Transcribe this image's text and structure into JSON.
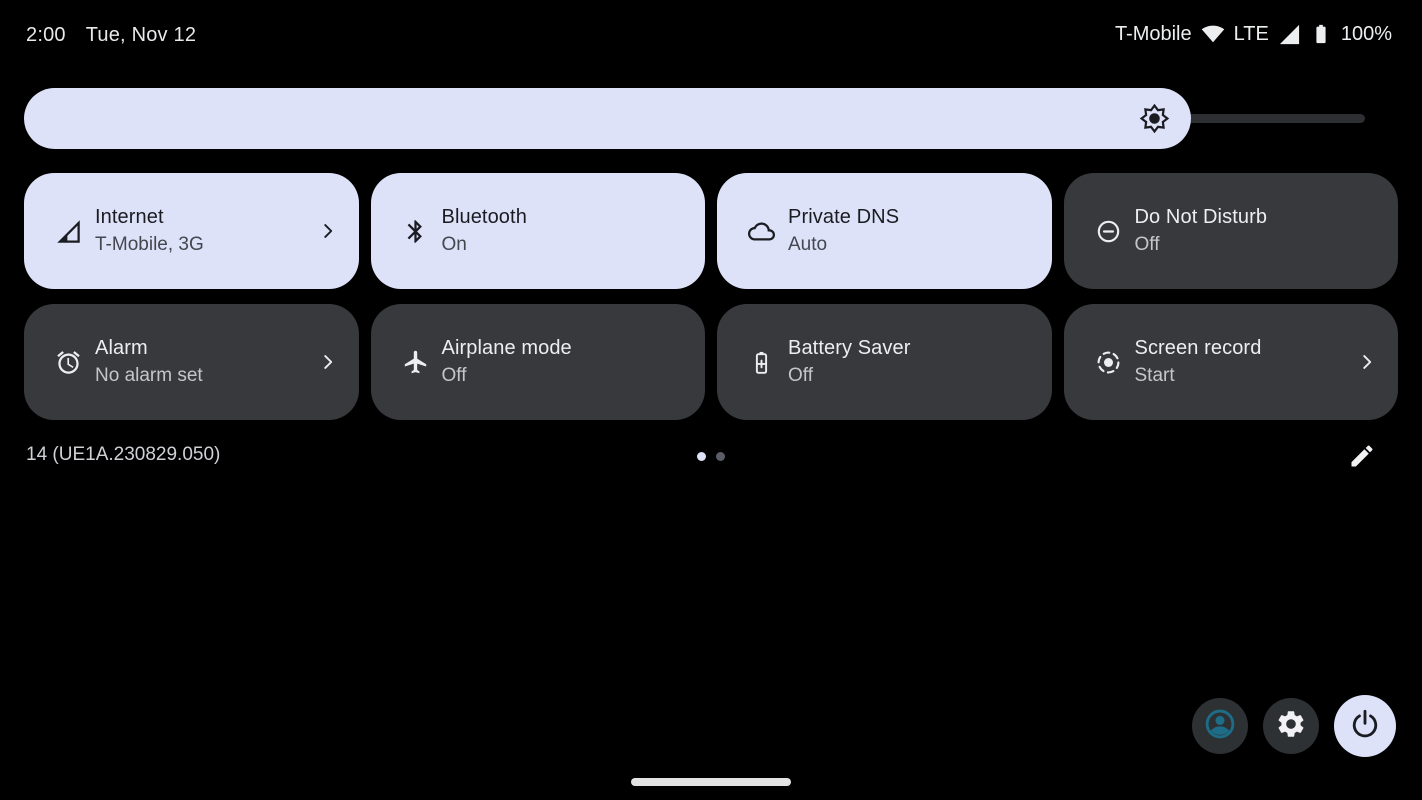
{
  "colors": {
    "background": "#000000",
    "accent_light": "#dde2f9",
    "tile_dark": "#37393d",
    "on_light_primary": "#1b1c21",
    "on_light_secondary": "#45474f",
    "on_dark_primary": "#eceef0",
    "on_dark_secondary": "#c4c6cc",
    "avatar_teal": "#1d6d89",
    "track_gray": "#2e2f33"
  },
  "status_bar": {
    "time": "2:00",
    "date": "Tue, Nov 12",
    "carrier": "T-Mobile",
    "network_type": "LTE",
    "battery_percent": "100%",
    "icons": [
      "wifi-icon",
      "cellular-signal-icon",
      "battery-icon"
    ]
  },
  "brightness": {
    "percent": 87,
    "icon": "brightness-icon"
  },
  "tiles": [
    {
      "id": "internet",
      "icon": "network-cell-icon",
      "label": "Internet",
      "status": "T-Mobile, 3G",
      "active": true,
      "chevron": true
    },
    {
      "id": "bluetooth",
      "icon": "bluetooth-icon",
      "label": "Bluetooth",
      "status": "On",
      "active": true,
      "chevron": false
    },
    {
      "id": "private-dns",
      "icon": "cloud-icon",
      "label": "Private DNS",
      "status": "Auto",
      "active": true,
      "chevron": false
    },
    {
      "id": "do-not-disturb",
      "icon": "do-not-disturb-icon",
      "label": "Do Not Disturb",
      "status": "Off",
      "active": false,
      "chevron": false
    },
    {
      "id": "alarm",
      "icon": "alarm-clock-icon",
      "label": "Alarm",
      "status": "No alarm set",
      "active": false,
      "chevron": true
    },
    {
      "id": "airplane-mode",
      "icon": "airplane-icon",
      "label": "Airplane mode",
      "status": "Off",
      "active": false,
      "chevron": false
    },
    {
      "id": "battery-saver",
      "icon": "battery-saver-icon",
      "label": "Battery Saver",
      "status": "Off",
      "active": false,
      "chevron": false
    },
    {
      "id": "screen-record",
      "icon": "screen-record-icon",
      "label": "Screen record",
      "status": "Start",
      "active": false,
      "chevron": true
    }
  ],
  "footer": {
    "build_number": "14 (UE1A.230829.050)",
    "page_dots": {
      "count": 2,
      "active_index": 0
    },
    "edit_icon": "pencil-icon"
  },
  "quick_buttons": [
    {
      "id": "user-avatar",
      "icon": "avatar-icon",
      "style": "dark"
    },
    {
      "id": "settings",
      "icon": "gear-icon",
      "style": "dark"
    },
    {
      "id": "power",
      "icon": "power-icon",
      "style": "light"
    }
  ],
  "home_handle": {
    "icon": "home-handle-bar"
  }
}
